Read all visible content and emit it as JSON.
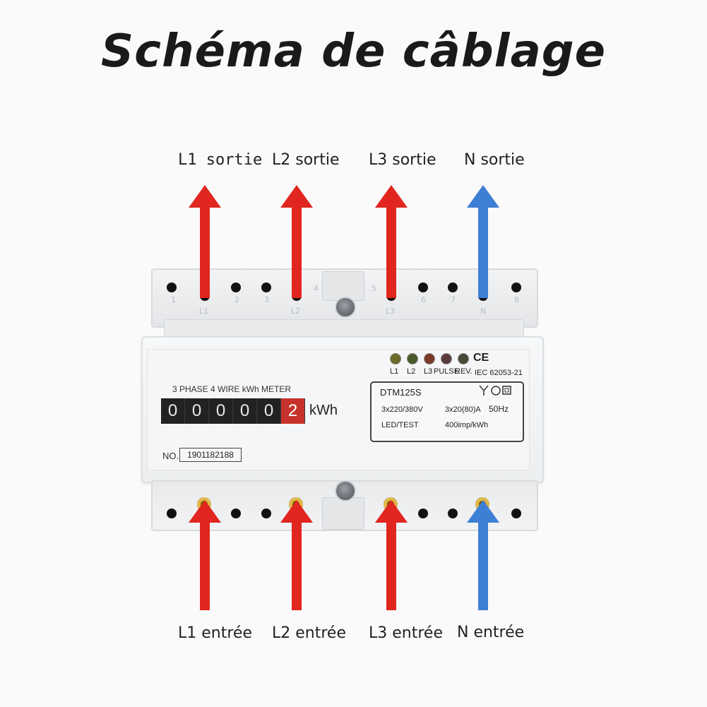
{
  "title": "Schéma de câblage",
  "outputs": [
    {
      "label": "L1  sortie",
      "color": "#e0261f"
    },
    {
      "label": "L2 sortie",
      "color": "#e0261f"
    },
    {
      "label": "L3 sortie",
      "color": "#e0261f"
    },
    {
      "label": "N sortie",
      "color": "#3d7fd4"
    }
  ],
  "inputs": [
    {
      "label": "L1 entrée",
      "color": "#e0261f"
    },
    {
      "label": "L2 entrée",
      "color": "#e0261f"
    },
    {
      "label": "L3 entrée",
      "color": "#e0261f"
    },
    {
      "label": "N entrée",
      "color": "#3d7fd4"
    }
  ],
  "meter": {
    "heading": "3 PHASE 4 WIRE kWh METER",
    "digits": [
      "0",
      "0",
      "0",
      "0",
      "0",
      "2"
    ],
    "unit": "kWh",
    "serial_label": "NO.",
    "serial": "1901182188",
    "model": "DTM125S",
    "voltage": "3x220/380V",
    "current": "3x20(80)A",
    "frequency": "50Hz",
    "led_test": "LED/TEST",
    "impulse": "400imp/kWh",
    "standard": "IEC 62053-21",
    "ce_mark": "CE",
    "leds": [
      {
        "label": "L1",
        "color": "#6b6b2a"
      },
      {
        "label": "L2",
        "color": "#4a5a2a"
      },
      {
        "label": "L3",
        "color": "#7a3a2a"
      },
      {
        "label": "PULSE",
        "color": "#5a3a3a"
      },
      {
        "label": "REV.",
        "color": "#4a4a3a"
      }
    ],
    "top_terminal_numbers": [
      "1",
      "L1",
      "2",
      "3",
      "4",
      "L2",
      "5",
      "L3",
      "6",
      "7",
      "N",
      "8"
    ]
  }
}
